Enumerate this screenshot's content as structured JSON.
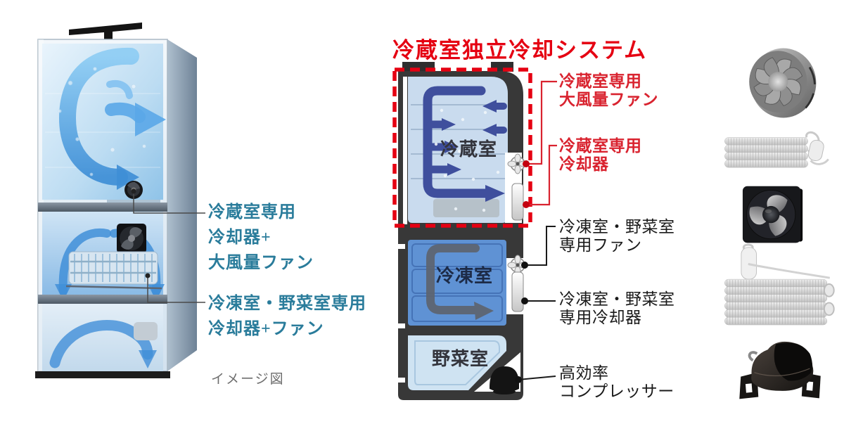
{
  "title": {
    "text": "冷蔵室独立冷却システム",
    "color": "#e50012"
  },
  "left_illustration": {
    "caption": "イメージ図",
    "label_color": "#2a7c9b",
    "labels": [
      {
        "line1": "冷蔵室専用",
        "line2": "冷却器+",
        "line3": "大風量ファン"
      },
      {
        "line1": "冷凍室・野菜室専用",
        "line2": "冷却器+ファン"
      }
    ]
  },
  "schematic": {
    "highlight_border_color": "#e50012",
    "compartments": [
      {
        "label": "冷蔵室"
      },
      {
        "label": "冷凍室"
      },
      {
        "label": "野菜室"
      }
    ],
    "callouts": [
      {
        "line1": "冷蔵室専用",
        "line2": "大風量ファン",
        "style": "red"
      },
      {
        "line1": "冷蔵室専用",
        "line2": "冷却器",
        "style": "red"
      },
      {
        "line1": "冷凍室・野菜室",
        "line2": "専用ファン",
        "style": "black"
      },
      {
        "line1": "冷凍室・野菜室",
        "line2": "専用冷却器",
        "style": "black"
      },
      {
        "line1": "高効率",
        "line2": "コンプレッサー",
        "style": "black"
      }
    ]
  },
  "component_icons": [
    {
      "name": "turbo-fan"
    },
    {
      "name": "evaporator-coil-small"
    },
    {
      "name": "axial-fan"
    },
    {
      "name": "evaporator-coil-large"
    },
    {
      "name": "compressor"
    }
  ],
  "colors": {
    "accent_red": "#e50012",
    "label_red": "#d9232f",
    "teal": "#2a7c9b",
    "body_dark": "#383838",
    "arrow_navy": "#3f4f9d",
    "fridge_interior": "#c9dbee",
    "freezer_interior": "#5f92d4",
    "veg_interior": "#cfe3f2"
  }
}
